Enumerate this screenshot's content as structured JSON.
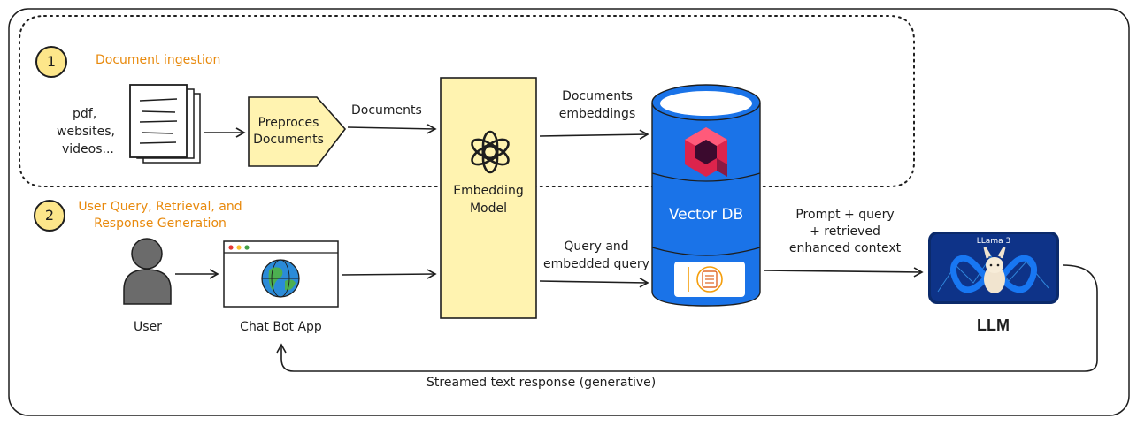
{
  "sections": {
    "ingestion": {
      "number": "1",
      "title": "Document ingestion"
    },
    "query": {
      "number": "2",
      "title_line1": "User Query, Retrieval, and",
      "title_line2": "Response Generation"
    }
  },
  "sources": {
    "line1": "pdf,",
    "line2": "websites,",
    "line3": "videos..."
  },
  "preprocess": {
    "line1": "Preproces",
    "line2": "Documents"
  },
  "embedding_model": {
    "line1": "Embedding",
    "line2": "Model"
  },
  "vector_db": {
    "label": "Vector DB"
  },
  "user": {
    "label": "User"
  },
  "chat_app": {
    "label": "Chat Bot App"
  },
  "llm": {
    "label": "LLM",
    "badge": "LLama 3"
  },
  "edges": {
    "documents": "Documents",
    "doc_embeddings_line1": "Documents",
    "doc_embeddings_line2": "embeddings",
    "query_line1": "Query and",
    "query_line2": "embedded query",
    "prompt_line1": "Prompt + query",
    "prompt_line2": "+ retrieved",
    "prompt_line3": "enhanced context",
    "response": "Streamed text response (generative)"
  },
  "colors": {
    "stroke": "#1e1e1e",
    "accent_orange": "#e8890c",
    "badge_fill": "#fde68a",
    "note_fill": "#fff3b0",
    "db_blue": "#1a73e8",
    "llm_bg": "#0b2a6b"
  },
  "icons": [
    "document-stack-icon",
    "openai-logo-icon",
    "qdrant-logo-icon",
    "database-logo-icon",
    "user-icon",
    "globe-icon",
    "meta-logo-icon",
    "llama-icon"
  ]
}
